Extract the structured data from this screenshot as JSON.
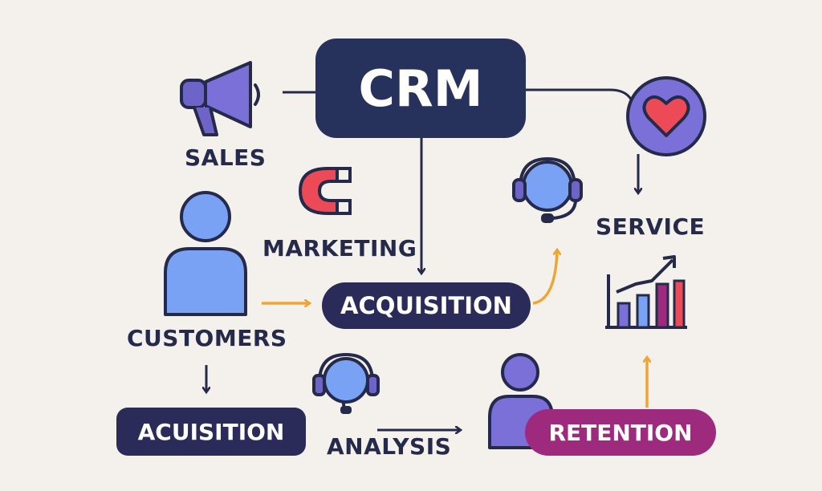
{
  "nodes": {
    "crm": "CRM",
    "sales": "SALES",
    "marketing": "MARKETING",
    "customers": "CUSTOMERS",
    "acquisition_center": "ACQUISITION",
    "service": "SERVICE",
    "acquisition_bottom": "ACUISITION",
    "analysis": "ANALYSIS",
    "retention": "RETENTION"
  },
  "icons": {
    "sales": "megaphone-icon",
    "marketing": "magnet-icon",
    "customers": "person-icon",
    "service_heart": "heart-icon",
    "support_top": "headset-icon",
    "support_bottom": "headset-icon",
    "chart": "bar-chart-icon",
    "retention_person": "person-icon"
  },
  "colors": {
    "navy": "#252a4a",
    "crm_box": "#27325c",
    "acquisition_pill": "#2b2b59",
    "retention_pill": "#9e2a7e",
    "icon_blue": "#79a2f4",
    "icon_purple": "#7b6fd8",
    "accent_orange": "#f0a434",
    "accent_red": "#ec4a56"
  }
}
